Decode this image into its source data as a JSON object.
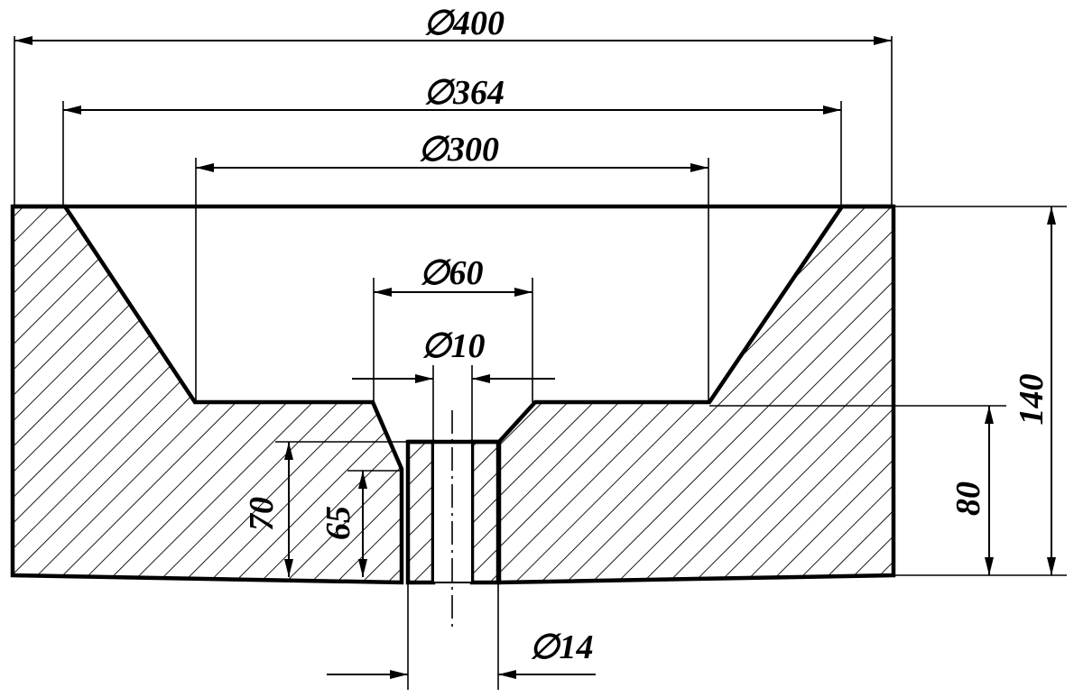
{
  "dimensions": {
    "d400": "∅400",
    "d364": "∅364",
    "d300": "∅300",
    "d60": "∅60",
    "d10": "∅10",
    "d14": "∅14",
    "h140": "140",
    "h80": "80",
    "h70": "70",
    "h65": "65"
  },
  "colors": {
    "ink": "#000000",
    "background": "#ffffff"
  }
}
